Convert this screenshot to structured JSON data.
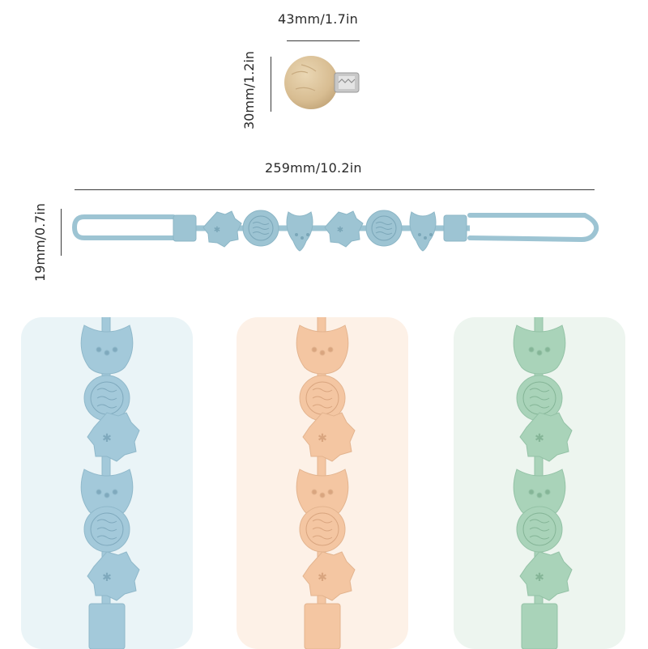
{
  "clip": {
    "width_label": "43mm/1.7in",
    "height_label": "30mm/1.2in",
    "wood_color": "#d9c29c",
    "metal_color": "#c9c9c9"
  },
  "strap": {
    "length_label": "259mm/10.2in",
    "height_label": "19mm/0.7in",
    "color": "#9cc3d2"
  },
  "variants": [
    {
      "name": "blue",
      "bead_color": "#a3c9da",
      "card_bg": "#eaf4f7"
    },
    {
      "name": "orange",
      "bead_color": "#f4c6a2",
      "card_bg": "#fdf1e7"
    },
    {
      "name": "green",
      "bead_color": "#a9d3b9",
      "card_bg": "#edf5ef"
    }
  ]
}
